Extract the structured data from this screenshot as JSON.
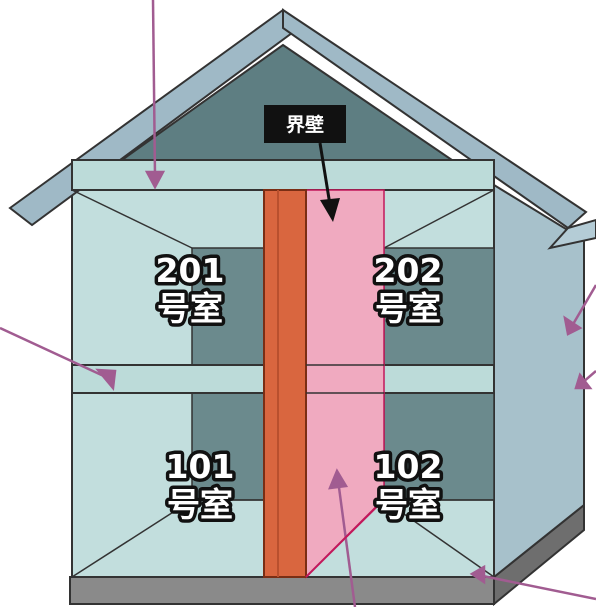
{
  "labels": {
    "partition_wall": "界壁",
    "room_201_number": "201",
    "room_201_suffix": "号室",
    "room_202_number": "202",
    "room_202_suffix": "号室",
    "room_101_number": "101",
    "room_101_suffix": "号室",
    "room_102_number": "102",
    "room_102_suffix": "号室"
  },
  "colors": {
    "roof": "#9fb9c6",
    "gable": "#5e7e82",
    "wall_face": "#c2dedd",
    "side_wall": "#a7c1cb",
    "room_back": "#6b8a8d",
    "beam": "#bcdbd9",
    "stud": "#d9663f",
    "insulation": "#f0aac0",
    "foundation": "#8a8a8a",
    "arrow": "#a15c91",
    "tag_bg": "#111111"
  }
}
